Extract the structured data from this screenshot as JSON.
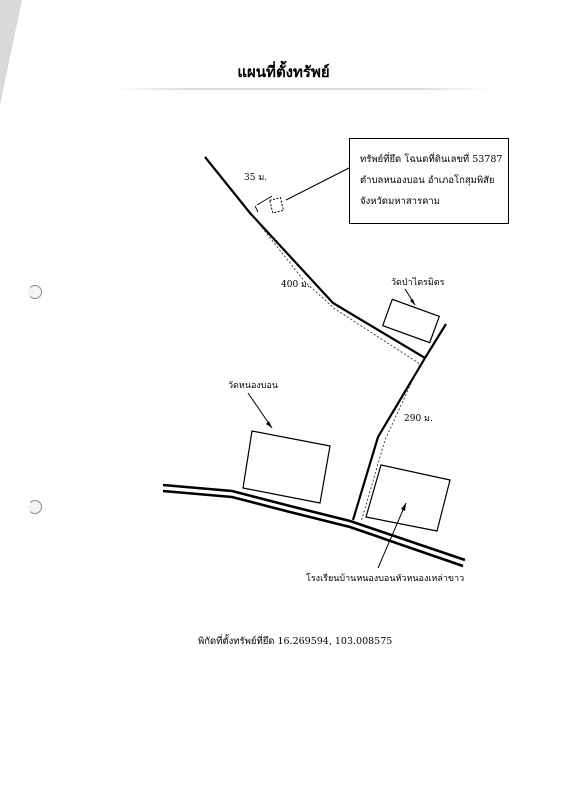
{
  "title": "แผนที่ตั้งทรัพย์",
  "info_box": {
    "line1": "ทรัพย์ที่ยึด โฉนดที่ดินเลขที่  53787",
    "line2": "ตำบลหนองบอน  อำเภอโกสุมพิสัย",
    "line3": "จังหวัดมหาสารคาม"
  },
  "labels": {
    "distance_35": "35 ม.",
    "distance_400": "400 ม.",
    "distance_290": "290 ม.",
    "temple_pa_trai_mit": "วัดป่าไตรมิตร",
    "temple_nong_bon": "วัดหนองบอน",
    "school": "โรงเรียนบ้านหนองบอนหัวหนองเหล่าขาว"
  },
  "coordinates_text": "พิกัดที่ตั้งทรัพย์ที่ยึด 16.269594, 103.008575"
}
